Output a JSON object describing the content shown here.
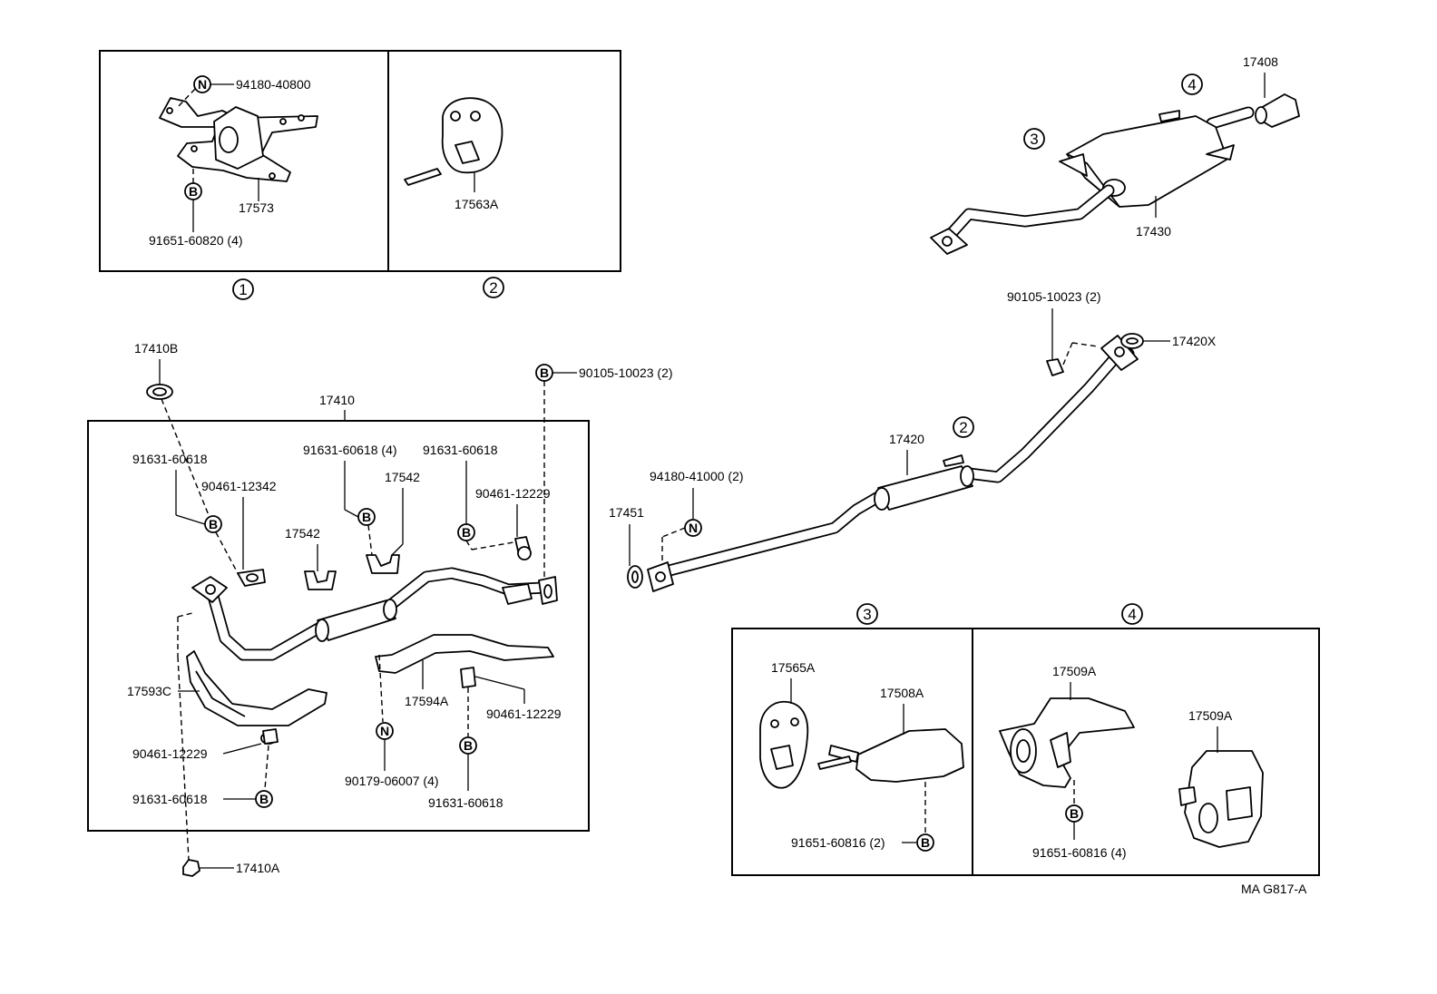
{
  "parts": {
    "p94180_40800": "94180-40800",
    "p17573": "17573",
    "p91651_60820": "91651-60820 (4)",
    "p17563A": "17563A",
    "p17408": "17408",
    "p17430": "17430",
    "p90105_10023_a": "90105-10023 (2)",
    "p17420X": "17420X",
    "p17420": "17420",
    "p94180_41000": "94180-41000 (2)",
    "p17451": "17451",
    "p17410B": "17410B",
    "p17410": "17410",
    "p90105_10023_b": "90105-10023 (2)",
    "p91631_60618_a": "91631-60618",
    "p90461_12342": "90461-12342",
    "p91631_60618_4": "91631-60618 (4)",
    "p17542_a": "17542",
    "p17542_b": "17542",
    "p91631_60618_b": "91631-60618",
    "p90461_12229_a": "90461-12229",
    "p17593C": "17593C",
    "p17594A": "17594A",
    "p90461_12229_b": "90461-12229",
    "p90461_12229_c": "90461-12229",
    "p90179_06007": "90179-06007 (4)",
    "p91631_60618_c": "91631-60618",
    "p91631_60618_d": "91631-60618",
    "p17410A": "17410A",
    "p17565A": "17565A",
    "p17508A": "17508A",
    "p91651_60816_2": "91651-60816 (2)",
    "p17509A_a": "17509A",
    "p17509A_b": "17509A",
    "p91651_60816_4": "91651-60816 (4)"
  },
  "symbols": {
    "bolt": "B",
    "nut": "N"
  },
  "callouts": {
    "c1": "1",
    "c2": "2",
    "c3": "3",
    "c4": "4"
  },
  "diagram_code": "MA G817-A"
}
